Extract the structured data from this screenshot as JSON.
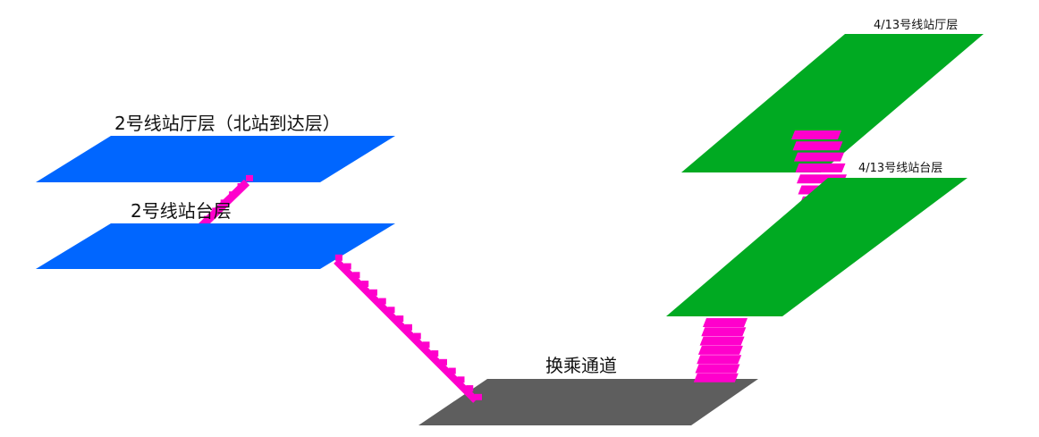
{
  "labels": {
    "line2_concourse": "2号线站厅层（北站到达层）",
    "line2_platform": "2号线站台层",
    "line4_13_concourse": "4/13号线站厅层",
    "line4_13_platform": "4/13号线站台层",
    "transfer_corridor": "换乘通道"
  },
  "colors": {
    "line2_floor": "#0066ff",
    "line4_13_floor": "#00aa22",
    "corridor_floor": "#5e5e5e",
    "stairs": "#ff00cc"
  }
}
